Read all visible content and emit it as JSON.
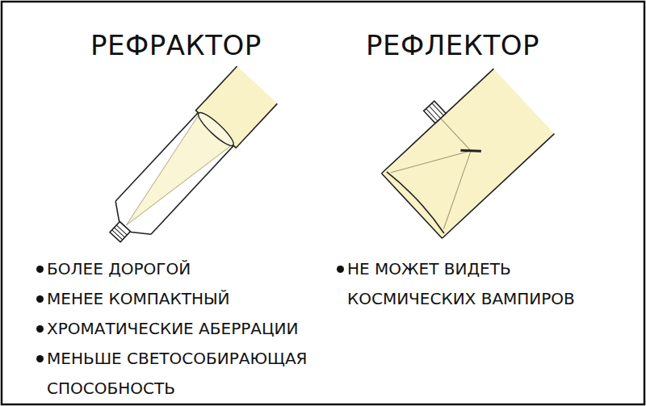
{
  "diagram": {
    "labels": [
      "РЕФРАКТОР",
      "РЕФЛЕКТОР",
      "БОЛЕЕ ДОРОГОЙ",
      "МЕНЕЕ КОМПАКТНЫЙ",
      "ХРОМАТИЧЕСКИЕ АБЕРРАЦИИ",
      "МЕНЬШЕ СВЕТОСОБИРАЮЩАЯ СПОСОБНОСТЬ",
      "НЕ МОЖЕТ ВИДЕТЬ КОСМИЧЕСКИХ ВАМПИРОВ"
    ]
  }
}
